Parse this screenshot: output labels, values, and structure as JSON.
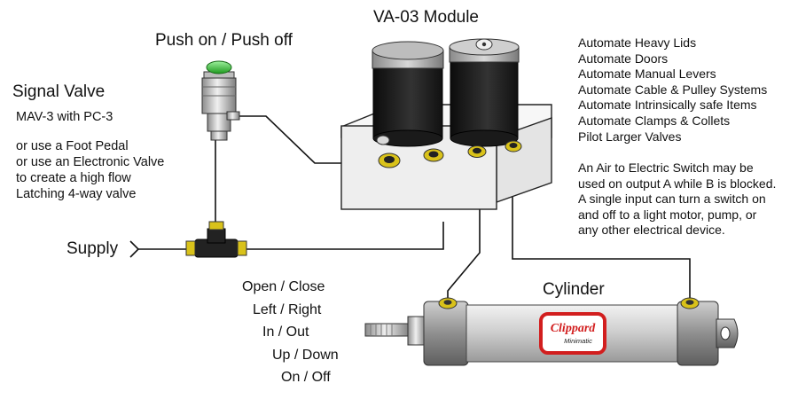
{
  "module_title": "VA-03 Module",
  "push_label": "Push on / Push off",
  "signal_valve": {
    "title": "Signal Valve",
    "model": "MAV-3 with PC-3",
    "alt_lines": [
      "or use a Foot Pedal",
      "or use an Electronic Valve",
      "to create a high flow",
      "Latching 4-way valve"
    ]
  },
  "supply_label": "Supply",
  "uses": [
    "Automate Heavy Lids",
    "Automate Doors",
    "Automate Manual Levers",
    "Automate Cable & Pulley Systems",
    "Automate Intrinsically safe Items",
    "Automate Clamps & Collets",
    "Pilot Larger Valves"
  ],
  "note_lines": [
    "An Air to Electric Switch may be",
    "used on output A while B is blocked.",
    "A single input can turn a switch on",
    "and off to a light motor, pump, or",
    "any other electrical device."
  ],
  "cylinder_label": "Cylinder",
  "motions": [
    "Open / Close",
    "Left / Right",
    "In / Out",
    "Up / Down",
    "On / Off"
  ],
  "brand": {
    "name": "Clippard",
    "sub": "Minimatic"
  },
  "colors": {
    "brass": "#d9c21a",
    "button_green": "#3dbf3d",
    "body_black": "#1e1e1e",
    "block_gray": "#eeeeee",
    "cylinder_gray": "#cfcfcf",
    "brand_red": "#d21e1e"
  }
}
